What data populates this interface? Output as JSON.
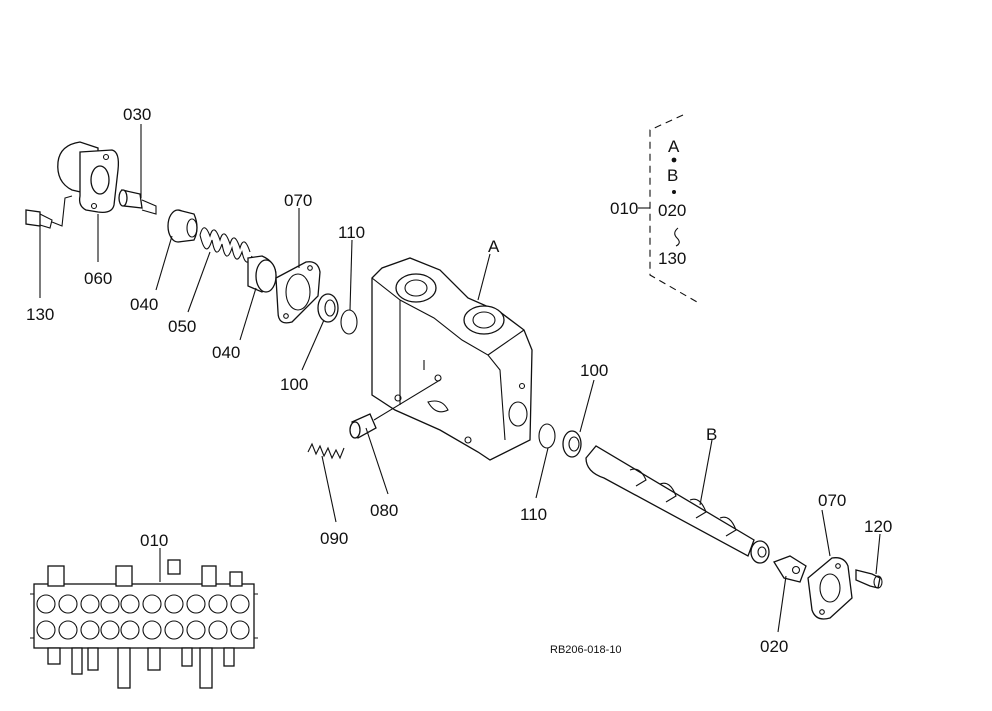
{
  "labels": {
    "l030": "030",
    "l060": "060",
    "l130a": "130",
    "l040a": "040",
    "l050": "050",
    "l040b": "040",
    "l070a": "070",
    "l110a": "110",
    "l100a": "100",
    "lA": "A",
    "l080": "080",
    "l090": "090",
    "l110b": "110",
    "l100b": "100",
    "lB": "B",
    "l070b": "070",
    "l120": "120",
    "l020b": "020",
    "l010b": "010",
    "ref_code": "RB206-018-10"
  },
  "legend": {
    "a": "A",
    "b": "B",
    "parent": "010",
    "range_start": "020",
    "range_end": "130"
  }
}
